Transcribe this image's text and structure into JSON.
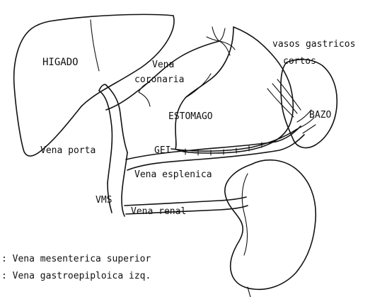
{
  "labels": {
    "liver": "HIGADO",
    "coronary_vein": "Vena",
    "coronary_vein_2": "coronaria",
    "short_gastric_vessels": "vasos gastricos",
    "short_gastric_vessels_2": "cortos",
    "stomach": "ESTOMAGO",
    "spleen": "BAZO",
    "portal_vein": "Vena porta",
    "gei": "GEI",
    "splenic_vein": "Vena esplenica",
    "vms": "VMS",
    "renal_vein": "Vena renal"
  },
  "legend": [
    {
      "text": ": Vena mesenterica superior"
    },
    {
      "text": ": Vena gastroepiploica izq."
    }
  ],
  "colors": {
    "ink": "#111111",
    "background": "#ffffff"
  }
}
